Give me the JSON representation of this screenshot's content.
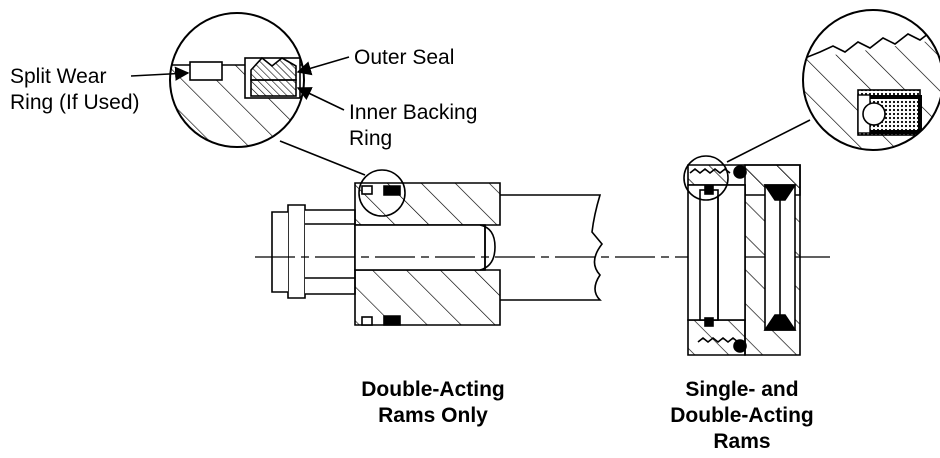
{
  "labels": {
    "split_wear_ring_line1": "Split Wear",
    "split_wear_ring_line2": "Ring (If Used)",
    "outer_seal": "Outer Seal",
    "inner_backing_ring_line1": "Inner Backing",
    "inner_backing_ring_line2": "Ring"
  },
  "captions": {
    "left_line1": "Double-Acting",
    "left_line2": "Rams Only",
    "right_line1": "Single- and",
    "right_line2": "Double-Acting",
    "right_line3": "Rams"
  },
  "colors": {
    "line": "#000000",
    "background": "#ffffff"
  }
}
